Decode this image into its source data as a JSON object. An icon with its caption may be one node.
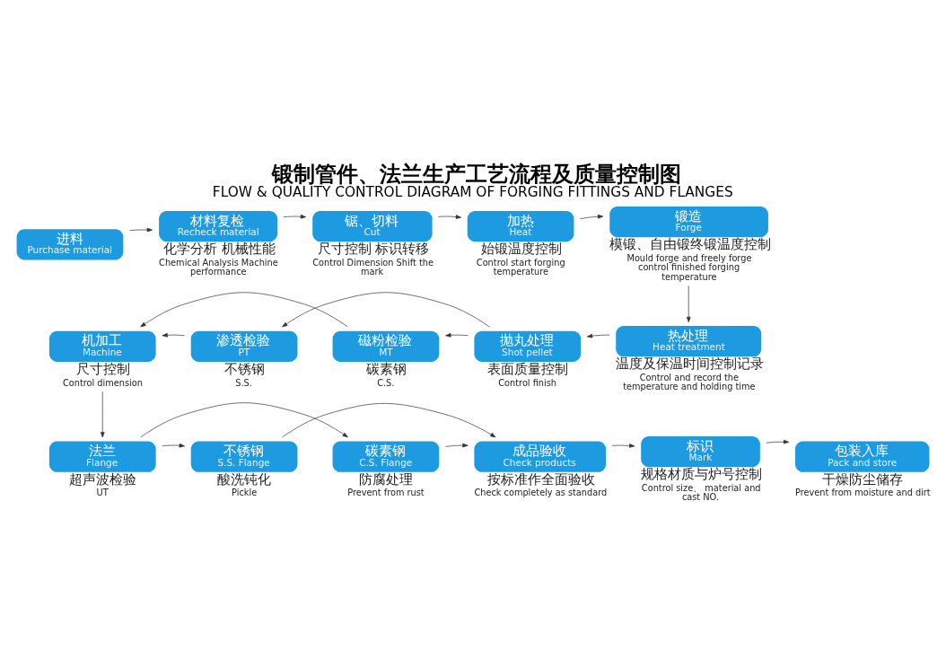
{
  "diagram": {
    "title": "锻制管件、法兰生产工艺流程及质量控制图",
    "caption": "FLOW & QUALITY CONTROL DIAGRAM OF FORGING FITTINGS AND FLANGES",
    "nodes": [
      {
        "text": [
          "进料",
          "Purchase material"
        ]
      },
      {
        "text": [
          "材料复检",
          "Recheck material"
        ],
        "beside": [
          "化学分析 机械性能",
          "Chemical Analysis Machine performance"
        ]
      },
      {
        "text": [
          "锯、切料",
          "Cut"
        ],
        "beside": [
          "尺寸控制 标识转移",
          "Control Dimension Shift the mark"
        ]
      },
      {
        "text": [
          "加热",
          "Heat"
        ],
        "beside": [
          "始锻温度控制",
          "Control start forging temperature"
        ]
      },
      {
        "text": [
          "锻造",
          "Forge"
        ],
        "beside": [
          "模锻、自由锻终锻温度控制",
          "Mould forge and freely forge control finished forging temperature"
        ]
      },
      {
        "text": [
          "热处理",
          "Heat treatment"
        ],
        "beside": [
          "温度及保温时间控制记录",
          "Control and record the temperature and holding time"
        ]
      },
      {
        "text": [
          "抛丸处理",
          "Shot pellet"
        ],
        "beside": [
          "表面质量控制",
          "Control finish"
        ]
      },
      {
        "text": [
          "渗透检验",
          "PT"
        ],
        "beside": [
          "不锈钢",
          "S.S."
        ]
      },
      {
        "text": [
          "磁粉检验",
          "MT"
        ],
        "beside": [
          "碳素钢",
          "C.S."
        ]
      },
      {
        "text": [
          "机加工",
          "Machine"
        ],
        "beside": [
          "尺寸控制",
          "Control dimension"
        ]
      },
      {
        "text": [
          "法兰",
          "Flange"
        ],
        "beside": [
          "超声波检验",
          "UT"
        ]
      },
      {
        "text": [
          "不锈钢",
          "S.S. Flange"
        ],
        "beside": [
          "酸洗钝化",
          "Pickle"
        ]
      },
      {
        "text": [
          "碳素钢",
          "C.S. Flange"
        ],
        "beside": [
          "防腐处理",
          "Prevent from rust"
        ]
      },
      {
        "text": [
          "成品验收",
          "Check products"
        ],
        "beside": [
          "按标准作全面验收",
          "Check completely as standard"
        ]
      },
      {
        "text": [
          "标识",
          "Mark"
        ],
        "beside": [
          "规格材质与炉号控制",
          "Control size、 material and cast NO."
        ]
      },
      {
        "text": [
          "包装入库",
          "Pack and store"
        ],
        "beside": [
          "干燥防尘储存",
          "Prevent from moisture and dirt"
        ]
      }
    ],
    "edges": [
      {
        "from": 0,
        "to": 1,
        "arrow": "to"
      },
      {
        "from": 1,
        "to": 2,
        "arrow": "to"
      },
      {
        "from": 2,
        "to": 3,
        "arrow": "to"
      },
      {
        "from": 3,
        "to": 4,
        "arrow": "to"
      },
      {
        "from": 4,
        "to": 5,
        "arrow": "to"
      },
      {
        "from": 5,
        "to": 6,
        "arrow": "to"
      },
      {
        "from": 6,
        "to": 7,
        "arrow": "to"
      },
      {
        "from": 6,
        "to": 8,
        "arrow": "to"
      },
      {
        "from": 7,
        "to": 9,
        "arrow": "to"
      },
      {
        "from": 8,
        "to": 9,
        "arrow": "to"
      },
      {
        "from": 9,
        "to": 10,
        "arrow": "to"
      },
      {
        "from": 10,
        "to": 11,
        "arrow": "to"
      },
      {
        "from": 10,
        "to": 12,
        "arrow": "to"
      },
      {
        "from": 11,
        "to": 13,
        "arrow": "to"
      },
      {
        "from": 12,
        "to": 13,
        "arrow": "to"
      },
      {
        "from": 13,
        "to": 14,
        "arrow": "to"
      },
      {
        "from": 14,
        "to": 15,
        "arrow": "to"
      }
    ]
  }
}
